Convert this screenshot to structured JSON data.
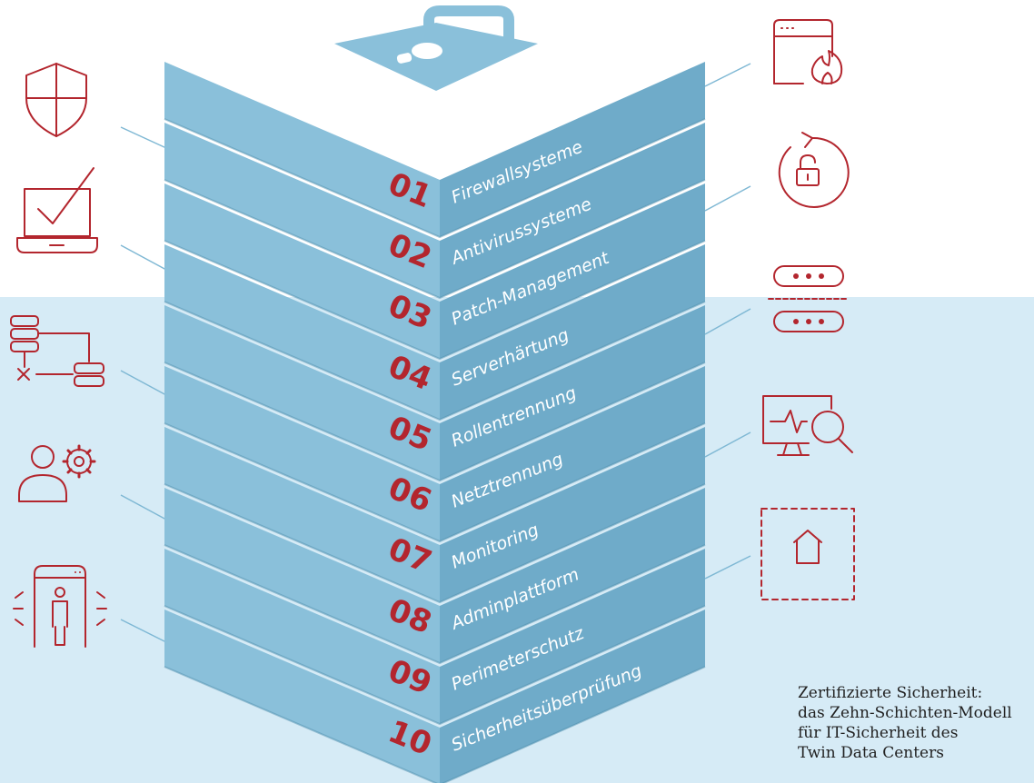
{
  "colors": {
    "accent": "#b3262e",
    "layer_left": "#8ac0da",
    "layer_right": "#6fabc9",
    "background_lower": "#d6ebf6"
  },
  "layers": [
    {
      "num": "01",
      "label": "Firewallsysteme",
      "left_icon": "shield-icon",
      "right_icon": "browser-fire-icon"
    },
    {
      "num": "02",
      "label": "Antivirussysteme",
      "left_icon": "laptop-check-icon",
      "right_icon": "refresh-unlock-icon"
    },
    {
      "num": "03",
      "label": "Patch-Management",
      "left_icon": "server-network-icon",
      "right_icon": "split-server-icon"
    },
    {
      "num": "04",
      "label": "Serverhärtung",
      "left_icon": "user-gear-icon",
      "right_icon": "monitor-search-icon"
    },
    {
      "num": "05",
      "label": "Rollentrennung",
      "left_icon": "body-scanner-icon",
      "right_icon": "home-perimeter-icon"
    },
    {
      "num": "06",
      "label": "Netztrennung"
    },
    {
      "num": "07",
      "label": "Monitoring"
    },
    {
      "num": "08",
      "label": "Adminplattform"
    },
    {
      "num": "09",
      "label": "Perimeterschutz"
    },
    {
      "num": "10",
      "label": "Sicherheitsüberprüfung"
    }
  ],
  "top_icon": "padlock-icon",
  "caption": [
    "Zertifizierte Sicherheit:",
    "das Zehn-Schichten-Modell",
    "für IT-Sicherheit des",
    "Twin Data Centers"
  ]
}
